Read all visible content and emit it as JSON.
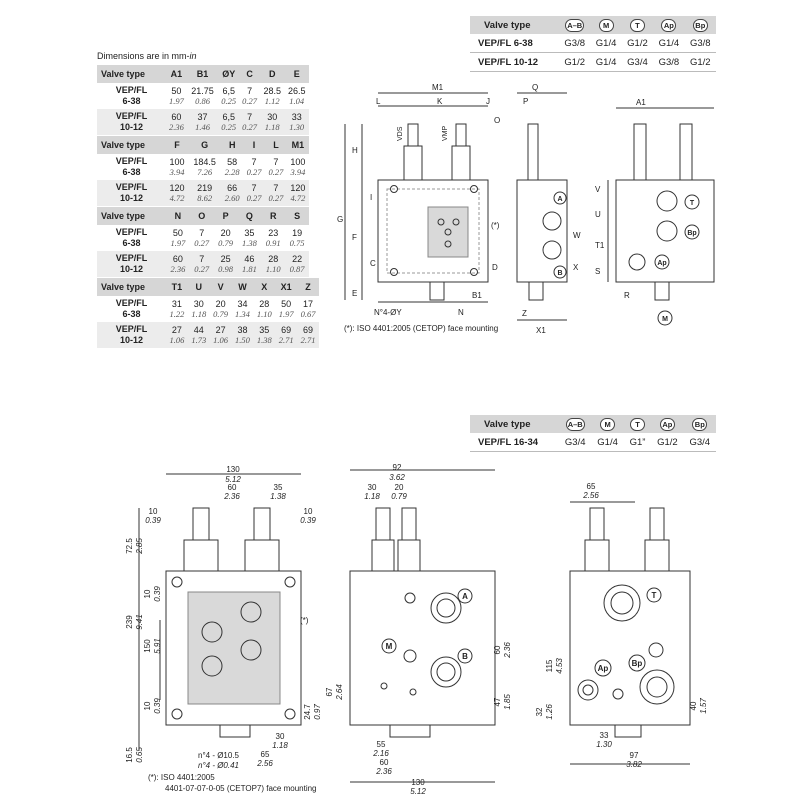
{
  "port_table_top": {
    "header": [
      "Valve type",
      "A–B",
      "M",
      "T",
      "Ap",
      "Bp"
    ],
    "rows": [
      {
        "type": "VEP/FL 6-38",
        "values": [
          "G3/8",
          "G1/4",
          "G1/2",
          "G1/4",
          "G3/8"
        ]
      },
      {
        "type": "VEP/FL 10-12",
        "values": [
          "G1/2",
          "G1/4",
          "G3/4",
          "G3/8",
          "G1/2"
        ]
      }
    ]
  },
  "port_table_bottom": {
    "header": [
      "Valve type",
      "A–B",
      "M",
      "T",
      "Ap",
      "Bp"
    ],
    "rows": [
      {
        "type": "VEP/FL 16-34",
        "values": [
          "G3/4",
          "G1/4",
          "G1”",
          "G1/2",
          "G3/4"
        ]
      }
    ]
  },
  "dimensions_note": {
    "prefix": "Dimensions are in mm-",
    "suffix": "in"
  },
  "dimension_tables": [
    {
      "columns": [
        "Valve type",
        "A1",
        "B1",
        "ØY",
        "C",
        "D",
        "E"
      ],
      "rows": [
        {
          "type": [
            "VEP/FL",
            "6-38"
          ],
          "mm": [
            "50",
            "21.75",
            "6,5",
            "7",
            "28.5",
            "26.5"
          ],
          "in": [
            "1.97",
            "0.86",
            "0.25",
            "0.27",
            "1.12",
            "1.04"
          ]
        },
        {
          "type": [
            "VEP/FL",
            "10-12"
          ],
          "mm": [
            "60",
            "37",
            "6,5",
            "7",
            "30",
            "33"
          ],
          "in": [
            "2.36",
            "1.46",
            "0.25",
            "0.27",
            "1.18",
            "1.30"
          ]
        }
      ]
    },
    {
      "columns": [
        "Valve type",
        "F",
        "G",
        "H",
        "I",
        "L",
        "M1"
      ],
      "rows": [
        {
          "type": [
            "VEP/FL",
            "6-38"
          ],
          "mm": [
            "100",
            "184.5",
            "58",
            "7",
            "7",
            "100"
          ],
          "in": [
            "3.94",
            "7.26",
            "2.28",
            "0.27",
            "0.27",
            "3.94"
          ]
        },
        {
          "type": [
            "VEP/FL",
            "10-12"
          ],
          "mm": [
            "120",
            "219",
            "66",
            "7",
            "7",
            "120"
          ],
          "in": [
            "4.72",
            "8.62",
            "2.60",
            "0.27",
            "0.27",
            "4.72"
          ]
        }
      ]
    },
    {
      "columns": [
        "Valve type",
        "N",
        "O",
        "P",
        "Q",
        "R",
        "S"
      ],
      "rows": [
        {
          "type": [
            "VEP/FL",
            "6-38"
          ],
          "mm": [
            "50",
            "7",
            "20",
            "35",
            "23",
            "19"
          ],
          "in": [
            "1.97",
            "0.27",
            "0.79",
            "1.38",
            "0.91",
            "0.75"
          ]
        },
        {
          "type": [
            "VEP/FL",
            "10-12"
          ],
          "mm": [
            "60",
            "7",
            "25",
            "46",
            "28",
            "22"
          ],
          "in": [
            "2.36",
            "0.27",
            "0.98",
            "1.81",
            "1.10",
            "0.87"
          ]
        }
      ]
    },
    {
      "columns": [
        "Valve type",
        "T1",
        "U",
        "V",
        "W",
        "X",
        "X1",
        "Z"
      ],
      "rows": [
        {
          "type": [
            "VEP/FL",
            "6-38"
          ],
          "mm": [
            "31",
            "30",
            "20",
            "34",
            "28",
            "50",
            "17"
          ],
          "in": [
            "1.22",
            "1.18",
            "0.79",
            "1.34",
            "1.10",
            "1.97",
            "0.67"
          ]
        },
        {
          "type": [
            "VEP/FL",
            "10-12"
          ],
          "mm": [
            "27",
            "44",
            "27",
            "38",
            "35",
            "69",
            "69"
          ],
          "in": [
            "1.06",
            "1.73",
            "1.06",
            "1.50",
            "1.38",
            "2.71",
            "2.71"
          ]
        }
      ]
    }
  ],
  "top_drawing": {
    "note": "(*): ISO 4401:2005 (CETOP) face mounting",
    "labels": {
      "m1": "M1",
      "l": "L",
      "k": "K",
      "j": "J",
      "o": "O",
      "vds": "VDS",
      "vmp": "VMP",
      "h": "H",
      "g": "G",
      "f": "F",
      "i": "I",
      "c": "C",
      "e": "E",
      "d": "D",
      "b1": "B1",
      "n": "N",
      "holes": "N°4-ØY",
      "star": "(*)",
      "p": "P",
      "q": "Q",
      "w": "W",
      "x": "X",
      "z": "Z",
      "x1": "X1",
      "a1": "A1",
      "v": "V",
      "u": "U",
      "t1": "T1",
      "s": "S",
      "r": "R"
    },
    "ports": {
      "a": "A",
      "b": "B",
      "t": "T",
      "bp": "Bp",
      "ap": "Ap",
      "m": "M"
    }
  },
  "bottom_drawing": {
    "note_line1": "(*): ISO 4401:2005",
    "note_line2": "4401-07-07-0-05 (CETOP7) face mounting",
    "holes_mm": "n°4 - Ø10.5",
    "holes_in": "n°4 - Ø0.41",
    "star": "(*)",
    "left": {
      "w130": [
        "130",
        "5.12"
      ],
      "w60": [
        "60",
        "2.36"
      ],
      "w35": [
        "35",
        "1.38"
      ],
      "w10a": [
        "10",
        "0.39"
      ],
      "w10b": [
        "10",
        "0.39"
      ],
      "h72": [
        "72.5",
        "2.85"
      ],
      "h239": [
        "239",
        "9.41"
      ],
      "h150": [
        "150",
        "5.91"
      ],
      "h10a": [
        "10",
        "0.39"
      ],
      "h10b": [
        "10",
        "0.39"
      ],
      "h16": [
        "16.5",
        "0.65"
      ],
      "h24": [
        "24.7",
        "0.97"
      ],
      "w30": [
        "30",
        "1.18"
      ],
      "w65": [
        "65",
        "2.56"
      ]
    },
    "middle": {
      "w92": [
        "92",
        "3.62"
      ],
      "w30": [
        "30",
        "1.18"
      ],
      "w20": [
        "20",
        "0.79"
      ],
      "h60": [
        "60",
        "2.36"
      ],
      "h67": [
        "67",
        "2.64"
      ],
      "h47": [
        "47",
        "1.85"
      ],
      "w55": [
        "55",
        "2.16"
      ],
      "w60": [
        "60",
        "2.36"
      ],
      "w130": [
        "130",
        "5.12"
      ],
      "ports": {
        "a": "A",
        "b": "B",
        "m": "M"
      }
    },
    "right": {
      "w65": [
        "65",
        "2.56"
      ],
      "h115": [
        "115",
        "4.53"
      ],
      "h32": [
        "32",
        "1.26"
      ],
      "h40": [
        "40",
        "1.57"
      ],
      "w33": [
        "33",
        "1.30"
      ],
      "w97": [
        "97",
        "3.82"
      ],
      "ports": {
        "t": "T",
        "ap": "Ap",
        "bp": "Bp"
      }
    }
  }
}
